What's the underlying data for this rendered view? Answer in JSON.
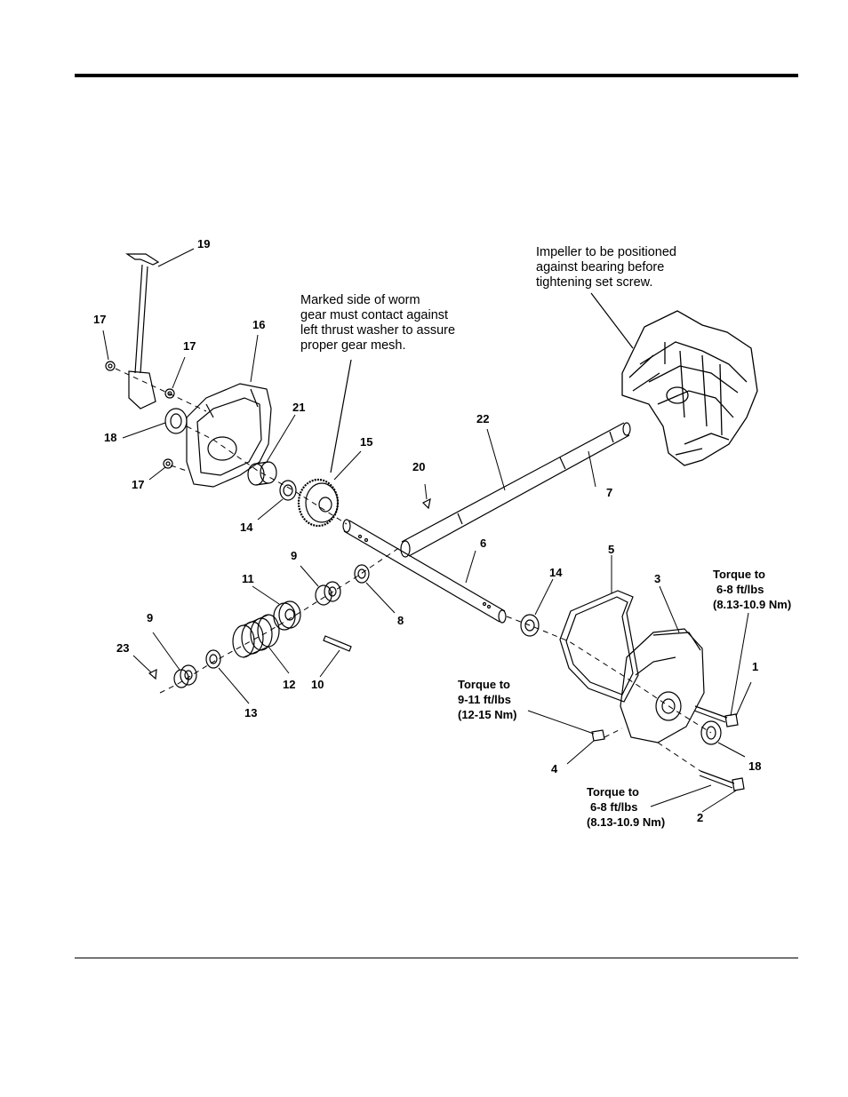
{
  "notes": {
    "impeller": [
      "Impeller to be positioned",
      "against bearing before",
      "tightening set screw."
    ],
    "worm_gear": [
      "Marked side of worm",
      "gear must contact against",
      "left thrust washer to assure",
      "proper gear mesh."
    ]
  },
  "torque": {
    "bolt_1": [
      "Torque to",
      "6-8 ft/lbs",
      "(8.13-10.9 Nm)"
    ],
    "fitting_4": [
      "Torque to",
      "9-11 ft/lbs",
      "(12-15 Nm)"
    ],
    "bolt_2": [
      "Torque to",
      "6-8 ft/lbs",
      "(8.13-10.9 Nm)"
    ]
  },
  "callouts": {
    "c19": "19",
    "c17a": "17",
    "c17b": "17",
    "c16": "16",
    "c18a": "18",
    "c21": "21",
    "c15": "15",
    "c17c": "17",
    "c14a": "14",
    "c20": "20",
    "c22": "22",
    "c7": "7",
    "c6": "6",
    "c9a": "9",
    "c11": "11",
    "c8": "8",
    "c5": "5",
    "c14b": "14",
    "c3": "3",
    "c9b": "9",
    "c23": "23",
    "c12": "12",
    "c10": "10",
    "c13": "13",
    "c1": "1",
    "c4": "4",
    "c18b": "18",
    "c2": "2"
  }
}
